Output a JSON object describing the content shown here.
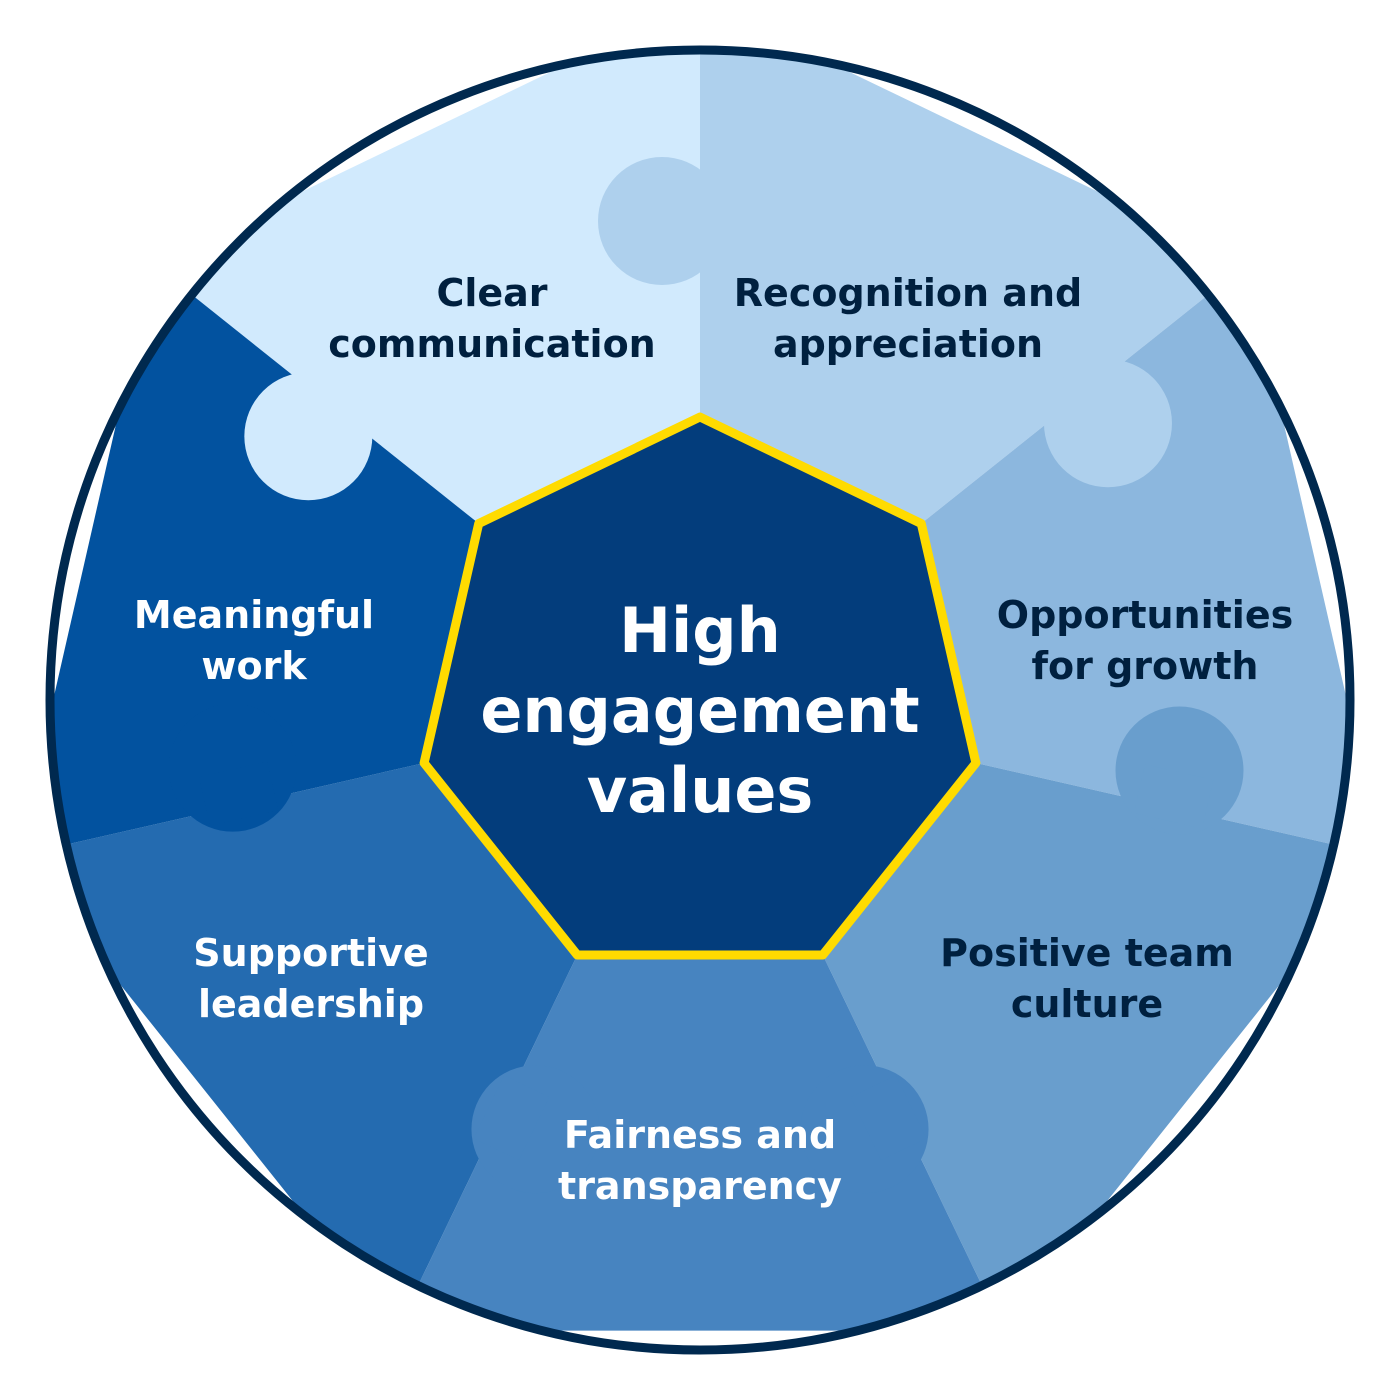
{
  "title": "High engagement values",
  "center": {
    "lines": [
      "High",
      "engagement",
      "values"
    ],
    "fill_color": "#033d7c",
    "border_color": "#ffdb00",
    "text_color": "#ffffff"
  },
  "outer_ring_color": "#00294f",
  "segments": [
    {
      "id": "clear-communication",
      "lines": [
        "Clear",
        "communication"
      ],
      "fill_color": "#d1eafd",
      "text_color": "#00203f"
    },
    {
      "id": "recognition-and-appreciation",
      "lines": [
        "Recognition and",
        "appreciation"
      ],
      "fill_color": "#aed0ed",
      "text_color": "#00203f"
    },
    {
      "id": "opportunities-for-growth",
      "lines": [
        "Opportunities",
        "for growth"
      ],
      "fill_color": "#8cb7de",
      "text_color": "#00203f"
    },
    {
      "id": "positive-team-culture",
      "lines": [
        "Positive team",
        "culture"
      ],
      "fill_color": "#699ecd",
      "text_color": "#00203f"
    },
    {
      "id": "fairness-and-transparency",
      "lines": [
        "Fairness and",
        "transparency"
      ],
      "fill_color": "#4784c0",
      "text_color": "#ffffff"
    },
    {
      "id": "supportive-leadership",
      "lines": [
        "Supportive",
        "leadership"
      ],
      "fill_color": "#246bb0",
      "text_color": "#ffffff"
    },
    {
      "id": "meaningful-work",
      "lines": [
        "Meaningful",
        "work"
      ],
      "fill_color": "#02529f",
      "text_color": "#ffffff"
    }
  ]
}
